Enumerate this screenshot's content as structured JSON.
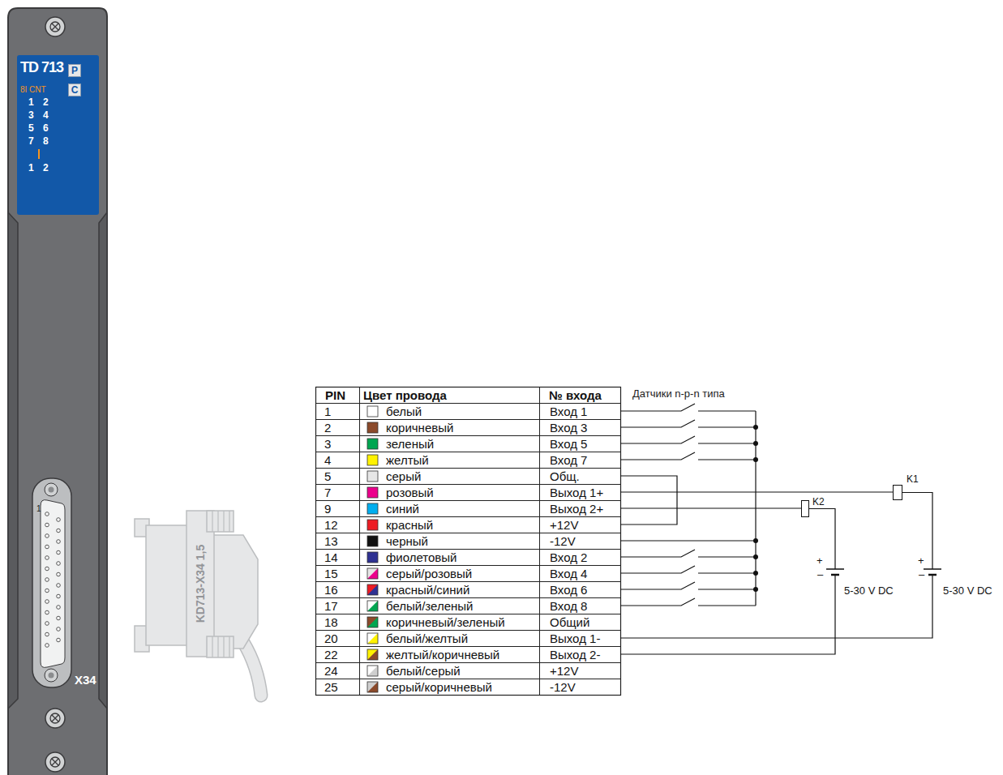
{
  "diagram": {
    "nodes": [
      {
        "text": [
          "TD 713",
          "8I CNT",
          "1 2",
          "3 4",
          "5 6",
          "7 8",
          "1 2"
        ]
      },
      {
        "text": [
          "P"
        ],
        "in": 0
      },
      {
        "text": [
          "C"
        ],
        "in": 0
      },
      {
        "text": [
          "K1"
        ]
      },
      {
        "text": [
          "K2"
        ]
      },
      {
        "text": [
          "+",
          "–",
          "5-30 V DC"
        ]
      },
      {
        "text": [
          "+",
          "–",
          "5-30 V DC"
        ]
      }
    ],
    "edges": [
      {
        "from": 3,
        "to": 6,
        "arrow": "none"
      },
      {
        "from": 4,
        "to": 5,
        "arrow": "none"
      }
    ],
    "labels": [
      "1",
      "X34",
      "KD713-X34 1,5",
      "PIN",
      "Цвет провода",
      "№ входа",
      "1",
      "белый",
      "Вход 1",
      "2",
      "коричневый",
      "Вход 3",
      "3",
      "зеленый",
      "Вход 5",
      "4",
      "желтый",
      "Вход 7",
      "5",
      "серый",
      "Общ.",
      "7",
      "розовый",
      "Выход 1+",
      "9",
      "синий",
      "Выход 2+",
      "12",
      "красный",
      "+12V",
      "13",
      "черный",
      "-12V",
      "14",
      "фиолетовый",
      "Вход 2",
      "15",
      "серый/розовый",
      "Вход 4",
      "16",
      "красный/синий",
      "Вход 6",
      "17",
      "белый/зеленый",
      "Вход 8",
      "18",
      "коричневый/зеленый",
      "Общий",
      "20",
      "белый/желтый",
      "Выход 1-",
      "22",
      "желтый/коричневый",
      "Выход 2-",
      "24",
      "белый/серый",
      "+12V",
      "25",
      "серый/коричневый",
      "-12V",
      "Датчики n-p-n типа"
    ]
  }
}
